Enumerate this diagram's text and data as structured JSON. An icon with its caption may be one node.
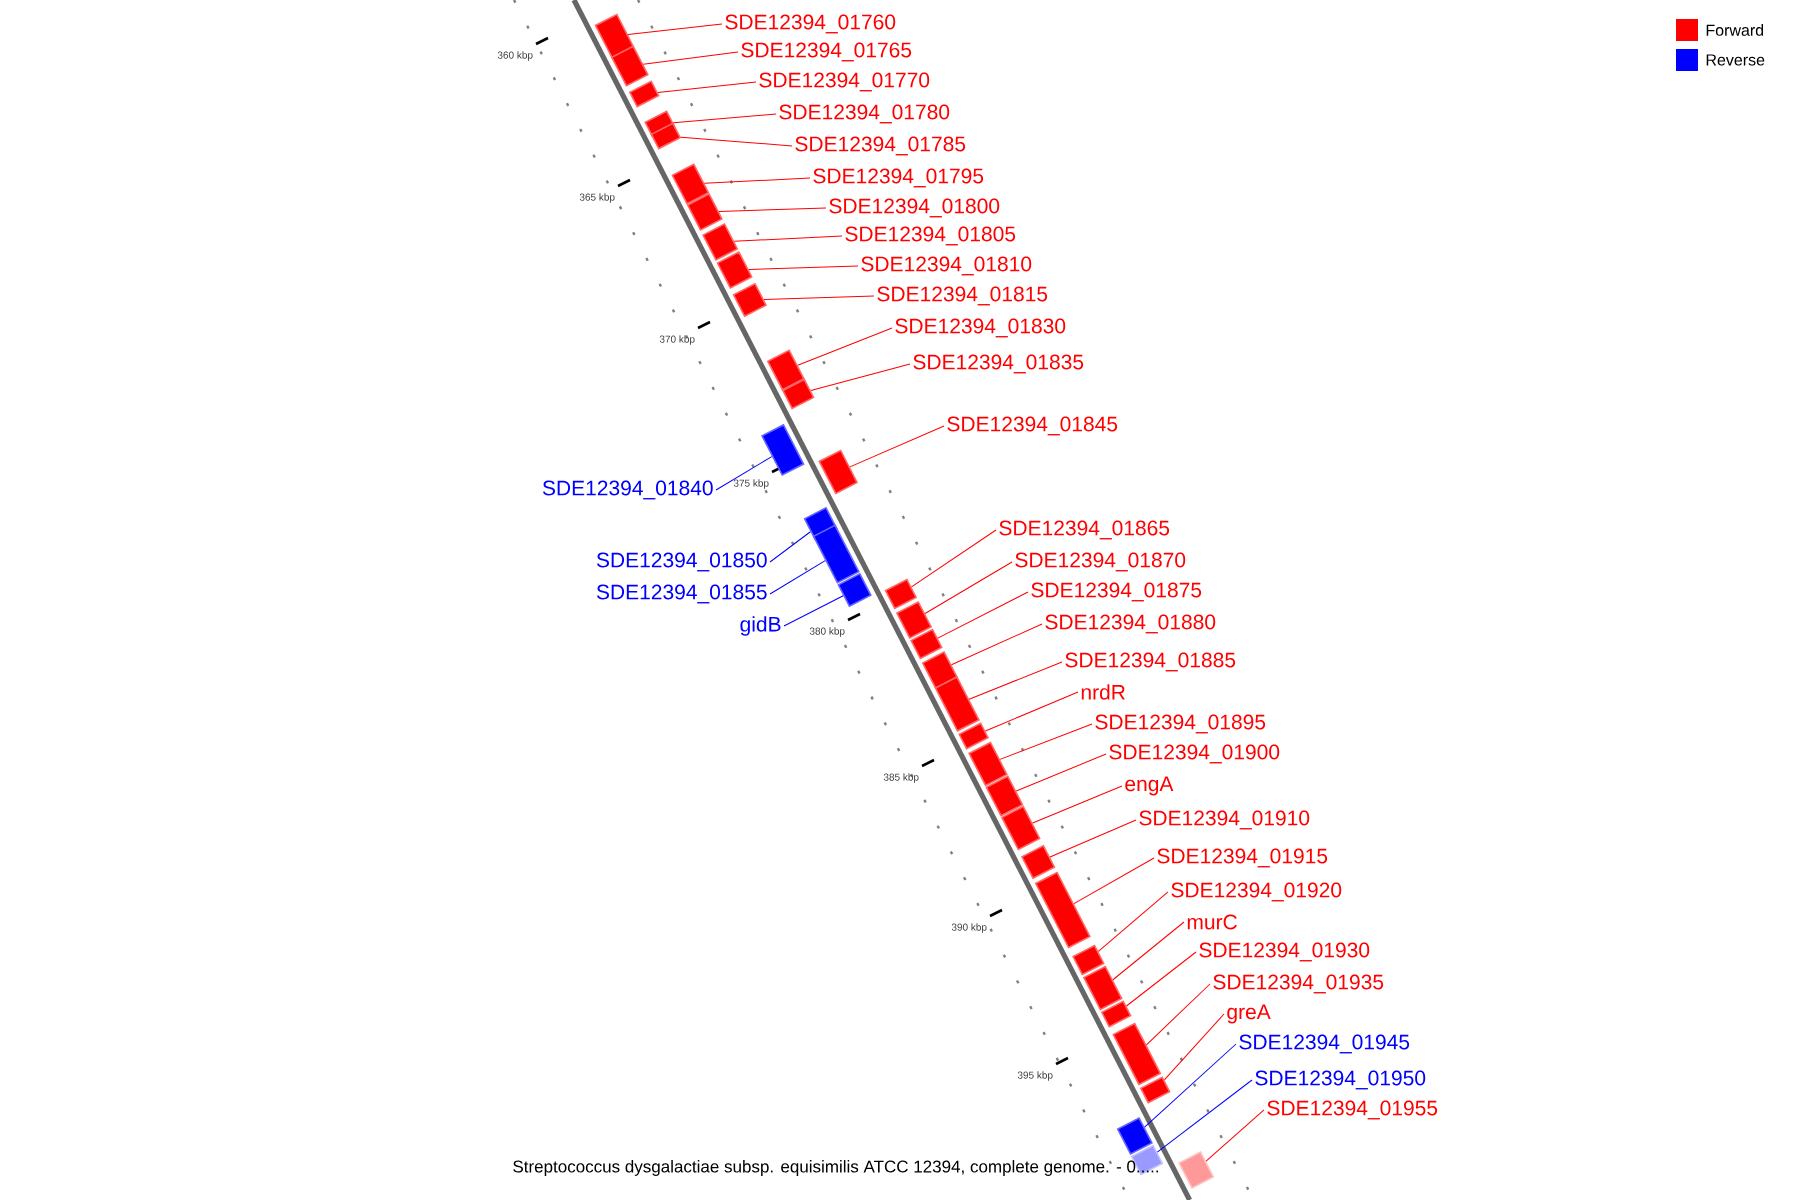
{
  "diagram": {
    "caption": "Streptococcus dysgalactiae subsp. equisimilis ATCC 12394, complete genome. - 0.....",
    "nodes": [
      {
        "text": [
          "SDE12394_01760"
        ]
      },
      {
        "text": [
          "SDE12394_01765"
        ]
      },
      {
        "text": [
          "SDE12394_01770"
        ]
      },
      {
        "text": [
          "SDE12394_01780"
        ]
      },
      {
        "text": [
          "SDE12394_01785"
        ]
      },
      {
        "text": [
          "SDE12394_01795"
        ]
      },
      {
        "text": [
          "SDE12394_01800"
        ]
      },
      {
        "text": [
          "SDE12394_01805"
        ]
      },
      {
        "text": [
          "SDE12394_01810"
        ]
      },
      {
        "text": [
          "SDE12394_01815"
        ]
      },
      {
        "text": [
          "SDE12394_01830"
        ]
      },
      {
        "text": [
          "SDE12394_01835"
        ]
      },
      {
        "text": [
          "SDE12394_01845"
        ]
      },
      {
        "text": [
          "SDE12394_01840"
        ]
      },
      {
        "text": [
          "SDE12394_01850"
        ]
      },
      {
        "text": [
          "SDE12394_01855"
        ]
      },
      {
        "text": [
          "gidB"
        ]
      },
      {
        "text": [
          "SDE12394_01865"
        ]
      },
      {
        "text": [
          "SDE12394_01870"
        ]
      },
      {
        "text": [
          "SDE12394_01875"
        ]
      },
      {
        "text": [
          "SDE12394_01880"
        ]
      },
      {
        "text": [
          "SDE12394_01885"
        ]
      },
      {
        "text": [
          "nrdR"
        ]
      },
      {
        "text": [
          "SDE12394_01895"
        ]
      },
      {
        "text": [
          "SDE12394_01900"
        ]
      },
      {
        "text": [
          "engA"
        ]
      },
      {
        "text": [
          "SDE12394_01910"
        ]
      },
      {
        "text": [
          "SDE12394_01915"
        ]
      },
      {
        "text": [
          "SDE12394_01920"
        ]
      },
      {
        "text": [
          "murC"
        ]
      },
      {
        "text": [
          "SDE12394_01930"
        ]
      },
      {
        "text": [
          "SDE12394_01935"
        ]
      },
      {
        "text": [
          "greA"
        ]
      },
      {
        "text": [
          "SDE12394_01945"
        ]
      },
      {
        "text": [
          "SDE12394_01950"
        ]
      },
      {
        "text": [
          "SDE12394_01955"
        ]
      },
      {
        "text": [],
        "shape": "bar"
      },
      {
        "text": [],
        "shape": "bar"
      },
      {
        "text": [],
        "shape": "bar"
      },
      {
        "text": [],
        "shape": "bar"
      },
      {
        "text": [],
        "shape": "bar"
      },
      {
        "text": [],
        "shape": "bar"
      },
      {
        "text": [],
        "shape": "bar"
      },
      {
        "text": [],
        "shape": "bar"
      },
      {
        "text": [],
        "shape": "bar"
      },
      {
        "text": [],
        "shape": "bar"
      },
      {
        "text": [],
        "shape": "bar"
      },
      {
        "text": [],
        "shape": "bar"
      },
      {
        "text": [],
        "shape": "bar"
      },
      {
        "text": [],
        "shape": "bar"
      },
      {
        "text": [],
        "shape": "bar"
      },
      {
        "text": [],
        "shape": "bar"
      },
      {
        "text": [],
        "shape": "bar"
      },
      {
        "text": [],
        "shape": "bar"
      },
      {
        "text": [],
        "shape": "bar"
      },
      {
        "text": [],
        "shape": "bar"
      },
      {
        "text": [],
        "shape": "bar"
      },
      {
        "text": [],
        "shape": "bar"
      },
      {
        "text": [],
        "shape": "bar"
      },
      {
        "text": [],
        "shape": "bar"
      },
      {
        "text": [],
        "shape": "bar"
      },
      {
        "text": [],
        "shape": "bar"
      },
      {
        "text": [],
        "shape": "bar"
      },
      {
        "text": [],
        "shape": "bar"
      },
      {
        "text": [],
        "shape": "bar"
      },
      {
        "text": [],
        "shape": "bar"
      },
      {
        "text": [],
        "shape": "bar"
      },
      {
        "text": [],
        "shape": "bar"
      },
      {
        "text": [],
        "shape": "bar"
      },
      {
        "text": [],
        "shape": "bar"
      },
      {
        "text": [],
        "shape": "bar"
      },
      {
        "text": [],
        "shape": "bar"
      }
    ],
    "edges": [
      {
        "from": 0,
        "to": 36,
        "arrow": "none"
      },
      {
        "from": 1,
        "to": 37,
        "arrow": "none"
      },
      {
        "from": 2,
        "to": 38,
        "arrow": "none"
      },
      {
        "from": 3,
        "to": 39,
        "arrow": "none"
      },
      {
        "from": 4,
        "to": 40,
        "arrow": "none"
      },
      {
        "from": 5,
        "to": 41,
        "arrow": "none"
      },
      {
        "from": 6,
        "to": 42,
        "arrow": "none"
      },
      {
        "from": 7,
        "to": 43,
        "arrow": "none"
      },
      {
        "from": 8,
        "to": 44,
        "arrow": "none"
      },
      {
        "from": 9,
        "to": 45,
        "arrow": "none"
      },
      {
        "from": 10,
        "to": 46,
        "arrow": "none"
      },
      {
        "from": 11,
        "to": 47,
        "arrow": "none"
      },
      {
        "from": 12,
        "to": 48,
        "arrow": "none"
      },
      {
        "from": 13,
        "to": 49,
        "arrow": "none",
        "color": "#0000ff"
      },
      {
        "from": 14,
        "to": 50,
        "arrow": "none",
        "color": "#0000ff"
      },
      {
        "from": 15,
        "to": 51,
        "arrow": "none",
        "color": "#0000ff"
      },
      {
        "from": 16,
        "to": 52,
        "arrow": "none",
        "color": "#0000ff"
      },
      {
        "from": 17,
        "to": 53,
        "arrow": "none"
      },
      {
        "from": 18,
        "to": 54,
        "arrow": "none"
      },
      {
        "from": 19,
        "to": 55,
        "arrow": "none"
      },
      {
        "from": 20,
        "to": 56,
        "arrow": "none"
      },
      {
        "from": 21,
        "to": 57,
        "arrow": "none"
      },
      {
        "from": 22,
        "to": 58,
        "arrow": "none"
      },
      {
        "from": 23,
        "to": 59,
        "arrow": "none"
      },
      {
        "from": 24,
        "to": 60,
        "arrow": "none"
      },
      {
        "from": 25,
        "to": 61,
        "arrow": "none"
      },
      {
        "from": 26,
        "to": 62,
        "arrow": "none"
      },
      {
        "from": 27,
        "to": 63,
        "arrow": "none"
      },
      {
        "from": 28,
        "to": 64,
        "arrow": "none"
      },
      {
        "from": 29,
        "to": 65,
        "arrow": "none"
      },
      {
        "from": 30,
        "to": 66,
        "arrow": "none"
      },
      {
        "from": 31,
        "to": 67,
        "arrow": "none"
      },
      {
        "from": 32,
        "to": 68,
        "arrow": "none"
      },
      {
        "from": 33,
        "to": 69,
        "arrow": "none",
        "color": "#0000ff"
      },
      {
        "from": 34,
        "to": 70,
        "arrow": "none",
        "color": "#0000ff"
      },
      {
        "from": 35,
        "to": 71,
        "arrow": "none"
      }
    ],
    "labels": [
      "360 kbp",
      "365 kbp",
      "370 kbp",
      "375 kbp",
      "380 kbp",
      "385 kbp",
      "390 kbp",
      "395 kbp"
    ],
    "legend": [
      {
        "text": "Forward",
        "color": "#ff0000"
      },
      {
        "text": "Reverse",
        "color": "#0000ff"
      }
    ]
  }
}
